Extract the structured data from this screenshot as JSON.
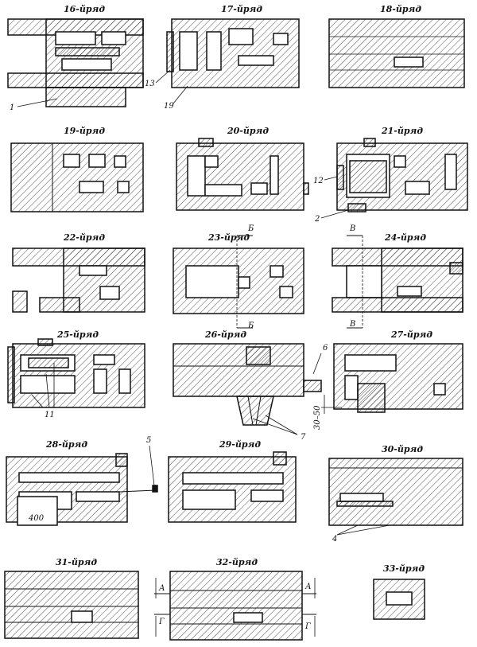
{
  "rows": [
    {
      "id": "r16",
      "title": "16-йряд"
    },
    {
      "id": "r17",
      "title": "17-йряд"
    },
    {
      "id": "r18",
      "title": "18-йряд"
    },
    {
      "id": "r19",
      "title": "19-йряд"
    },
    {
      "id": "r20",
      "title": "20-йряд"
    },
    {
      "id": "r21",
      "title": "21-йряд"
    },
    {
      "id": "r22",
      "title": "22-йряд"
    },
    {
      "id": "r23",
      "title": "23-йряд"
    },
    {
      "id": "r24",
      "title": "24-йряд"
    },
    {
      "id": "r25",
      "title": "25-йряд"
    },
    {
      "id": "r26",
      "title": "26-йряд"
    },
    {
      "id": "r27",
      "title": "27-йряд"
    },
    {
      "id": "r28",
      "title": "28-йряд"
    },
    {
      "id": "r29",
      "title": "29-йряд"
    },
    {
      "id": "r30",
      "title": "30-йряд"
    },
    {
      "id": "r31",
      "title": "31-йряд"
    },
    {
      "id": "r32",
      "title": "32-йряд"
    },
    {
      "id": "r33",
      "title": "33-йряд"
    }
  ],
  "callouts": {
    "c1": "1",
    "c2": "2",
    "c4": "4",
    "c5": "5",
    "c6": "6",
    "c7": "7",
    "c11": "11",
    "c12": "12",
    "c13": "13",
    "c19": "19"
  },
  "dimensions": {
    "d400": "400",
    "d3050": "30–50"
  },
  "section_marks": {
    "b": "Б",
    "v": "В",
    "a": "А",
    "g": "Г"
  }
}
